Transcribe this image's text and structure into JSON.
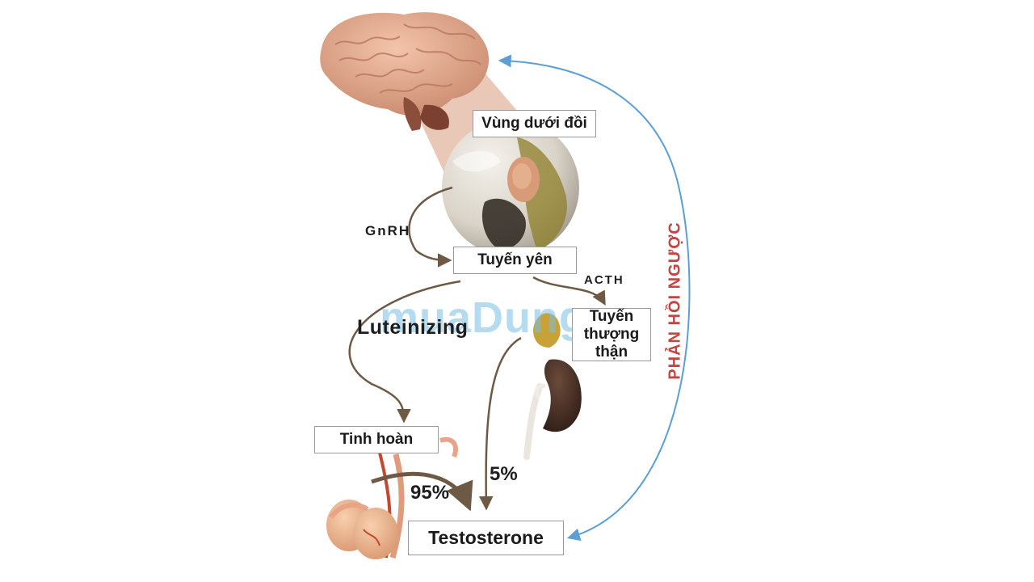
{
  "boxes": {
    "hypothalamus": "Vùng dưới đồi",
    "pituitary": "Tuyến yên",
    "adrenal_line1": "Tuyến",
    "adrenal_line2": "thượng thận",
    "testes": "Tinh hoàn",
    "testosterone": "Testosterone"
  },
  "labels": {
    "gnrh": "GnRH",
    "acth": "ACTH",
    "luteinizing": "Luteinizing",
    "pct_testes": "95%",
    "pct_adrenal": "5%",
    "feedback": "PHẢN HỒI NGƯỢC"
  },
  "watermark": "muaDung.vn",
  "colors": {
    "arrow_brown": "#6e5a44",
    "feedback_blue": "#5b9fd4",
    "feedback_text": "#c4453f"
  }
}
